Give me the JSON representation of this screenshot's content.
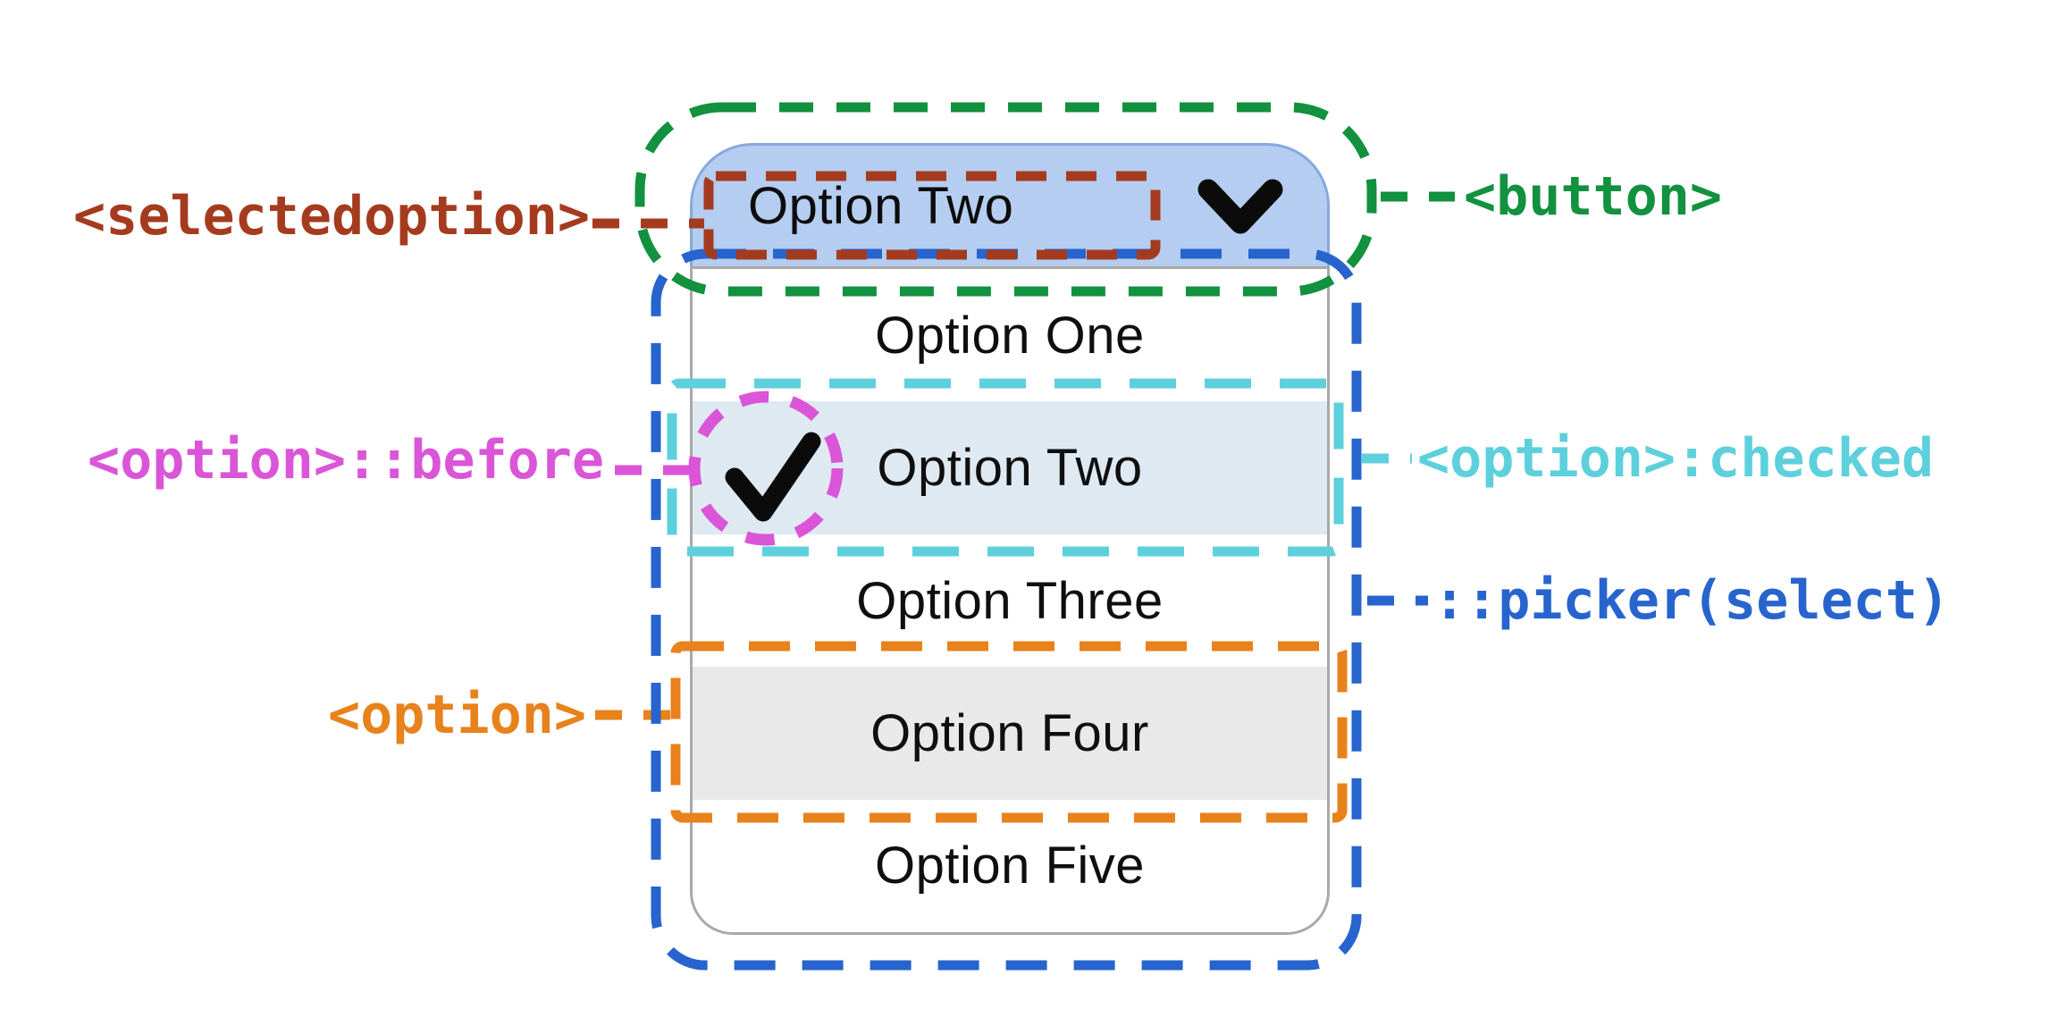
{
  "select": {
    "button": {
      "selected_option_label": "Option Two",
      "chevron_icon": "chevron-down"
    },
    "picker": {
      "options": [
        {
          "label": "Option One",
          "state": "default"
        },
        {
          "label": "Option Two",
          "state": "checked",
          "checkmark_icon": "checkmark"
        },
        {
          "label": "Option Three",
          "state": "default"
        },
        {
          "label": "Option Four",
          "state": "highlighted"
        },
        {
          "label": "Option Five",
          "state": "default"
        }
      ]
    }
  },
  "annotations": {
    "selectedoption": {
      "label": "<selectedoption>",
      "color": "#a53b1e"
    },
    "button": {
      "label": "<button>",
      "color": "#12913e"
    },
    "option_before": {
      "label": "<option>::before",
      "color": "#da55d8"
    },
    "option_checked": {
      "label": "<option>:checked",
      "color": "#5dd0dc"
    },
    "picker_select": {
      "label": "::picker(select)",
      "color": "#2764cd"
    },
    "option": {
      "label": "<option>",
      "color": "#e8821c"
    }
  },
  "colors": {
    "button_bg": "#b5cdf1",
    "button_border": "#86a8de",
    "picker_border": "#a9a9a9",
    "checked_row_bg": "#dfe9f2",
    "highlighted_row_bg": "#e9e9e9",
    "glyph_color": "#0b0b0b"
  }
}
